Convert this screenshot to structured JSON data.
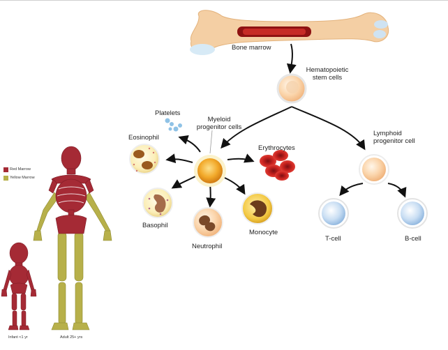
{
  "labels": {
    "bone_marrow": "Bone marrow",
    "hsc": "Hematopoietic\nstem cells",
    "myeloid": "Myeloid\nprogenitor cells",
    "lymphoid": "Lymphoid\nprogenitor cell",
    "platelets": "Platelets",
    "eosinophil": "Eosinophil",
    "erythrocytes": "Erythrocytes",
    "basophil": "Basophil",
    "neutrophil": "Neutrophil",
    "monocyte": "Monocyte",
    "tcell": "T-cell",
    "bcell": "B-cell"
  },
  "legend": {
    "red": "Red Marrow",
    "yellow": "Yellow Marrow"
  },
  "skeleton_labels": {
    "infant": "Infant <1 yr",
    "adult": "Adult 25+ yrs"
  },
  "colors": {
    "red_marrow": "#a52a35",
    "yellow_marrow": "#b7b04a",
    "bone": "#f4cfa4",
    "arrow": "#111111"
  }
}
